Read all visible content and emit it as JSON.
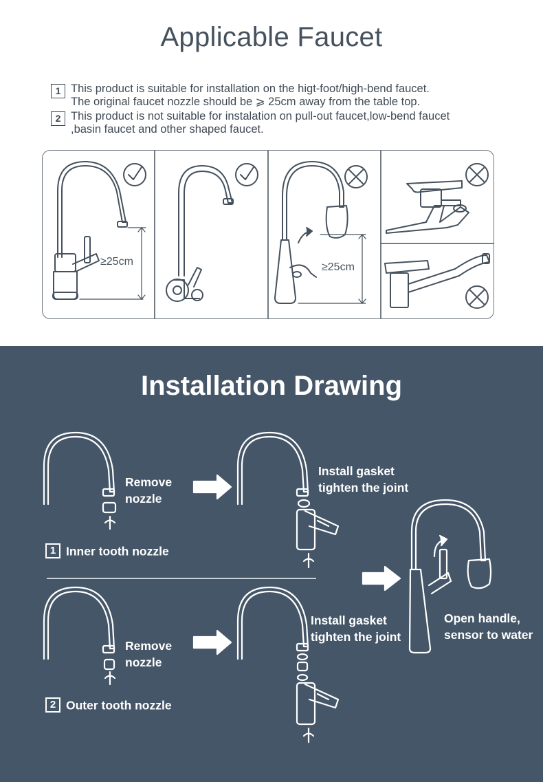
{
  "applicable": {
    "title": "Applicable Faucet",
    "notes": [
      {
        "num": "1",
        "line1": "This product is suitable for installation on the higt-foot/high-bend faucet.",
        "line2": "The original faucet nozzle should be ⩾ 25cm away from the table top."
      },
      {
        "num": "2",
        "line1": "This product is not suitable for instalation on pull-out faucet,low-bend faucet",
        "line2": ",basin faucet and other shaped faucet."
      }
    ],
    "height_label_1": "≥25cm",
    "height_label_2": "≥25cm"
  },
  "installation": {
    "title": "Installation Drawing",
    "remove_nozzle_1": [
      "Remove",
      "nozzle"
    ],
    "install_gasket_1": [
      "Install gasket",
      "tighten the joint"
    ],
    "step1_num": "1",
    "step1_label": "Inner tooth nozzle",
    "remove_nozzle_2": [
      "Remove",
      "nozzle"
    ],
    "install_gasket_2": [
      "Install gasket",
      "tighten the joint"
    ],
    "step2_num": "2",
    "step2_label": "Outer tooth nozzle",
    "final": [
      "Open handle,",
      "sensor to water"
    ]
  },
  "colors": {
    "top_bg": "#ffffff",
    "bottom_bg": "#455668",
    "title_text": "#45515d",
    "line_art": "#45515d"
  },
  "icons": [
    "check-circle-icon",
    "cross-circle-icon",
    "arrow-right-icon",
    "up-arrow-icon"
  ]
}
